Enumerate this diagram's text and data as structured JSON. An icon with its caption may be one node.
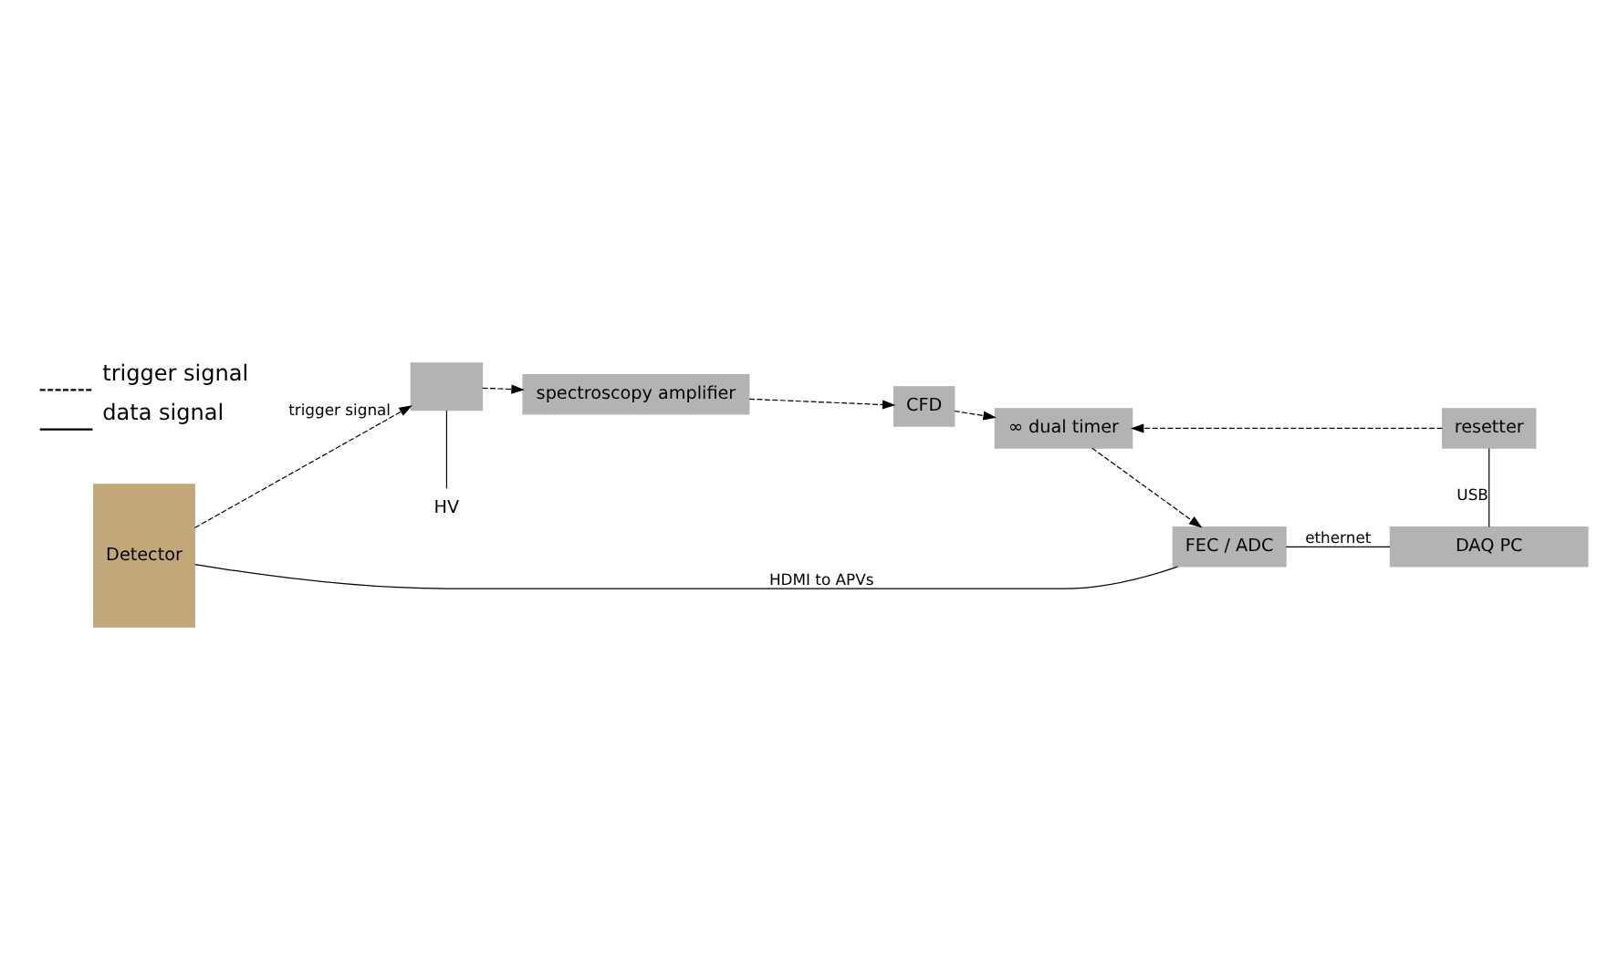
{
  "diagram": {
    "nodes": [
      {
        "text": [
          "Detector"
        ]
      },
      {
        "text": [],
        "shape": "box"
      },
      {
        "text": [
          "spectroscopy amplifier"
        ]
      },
      {
        "text": [
          "CFD"
        ]
      },
      {
        "text": [
          "∞ dual timer"
        ]
      },
      {
        "text": [
          "FEC / ADC"
        ]
      },
      {
        "text": [
          "resetter"
        ]
      },
      {
        "text": [
          "DAQ PC"
        ]
      },
      {
        "text": [
          "HV"
        ]
      }
    ],
    "edges": [
      {
        "from": 0,
        "to": 1,
        "arrow": "to",
        "style": "dashed",
        "label": "trigger signal"
      },
      {
        "from": 1,
        "to": 2,
        "arrow": "to",
        "style": "dashed"
      },
      {
        "from": 2,
        "to": 3,
        "arrow": "to",
        "style": "dashed"
      },
      {
        "from": 3,
        "to": 4,
        "arrow": "to",
        "style": "dashed"
      },
      {
        "from": 4,
        "to": 5,
        "arrow": "to",
        "style": "dashed"
      },
      {
        "from": 6,
        "to": 4,
        "arrow": "to",
        "style": "dashed"
      },
      {
        "from": 1,
        "to": 8,
        "arrow": "none"
      },
      {
        "from": 0,
        "to": 5,
        "arrow": "none",
        "label": "HDMI to APVs"
      },
      {
        "from": 6,
        "to": 7,
        "arrow": "none",
        "label": "USB"
      },
      {
        "from": 5,
        "to": 7,
        "arrow": "none",
        "label": "ethernet"
      }
    ],
    "legend": [
      {
        "text": "trigger signal"
      },
      {
        "text": "data signal"
      }
    ]
  }
}
